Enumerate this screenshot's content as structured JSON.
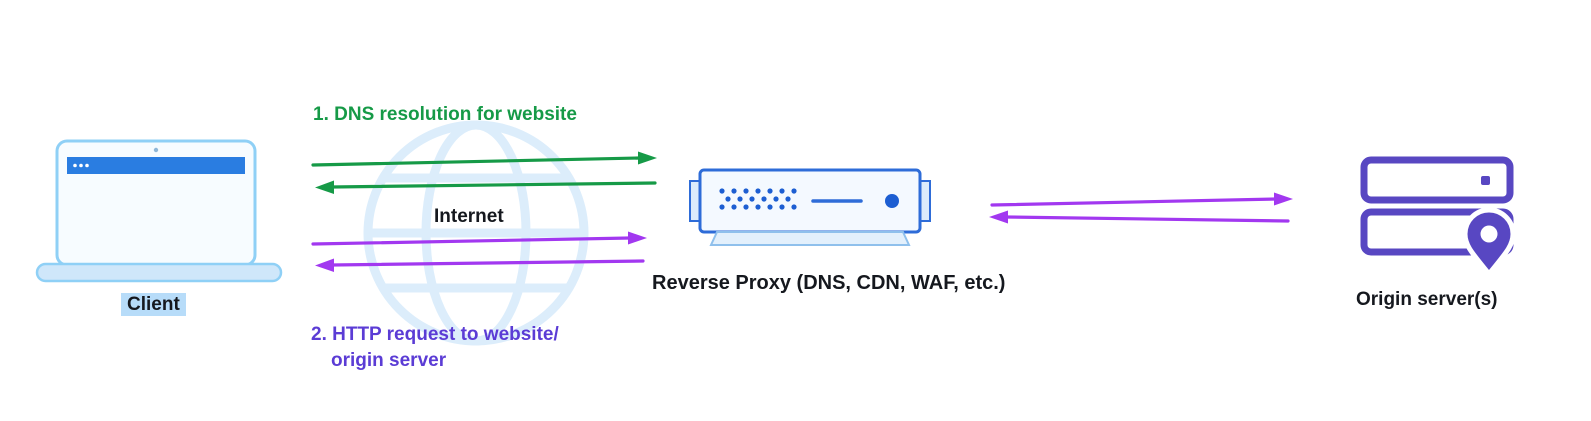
{
  "diagram": {
    "client": {
      "label": "Client"
    },
    "internet": {
      "label": "Internet"
    },
    "proxy": {
      "label": "Reverse Proxy (DNS, CDN, WAF, etc.)"
    },
    "origin": {
      "label": "Origin server(s)"
    },
    "steps": {
      "dns": {
        "label": "1. DNS resolution for website"
      },
      "http": {
        "line1": "2. HTTP request to website/",
        "line2": "origin server"
      }
    }
  },
  "icons": {
    "client": "laptop-icon",
    "internet": "globe-icon",
    "proxy": "server-appliance-icon",
    "origin": "server-stack-with-pin-icon"
  },
  "colors": {
    "green": "#169a47",
    "purple_arrow": "#a238f0",
    "purple_text": "#5b3cd5",
    "blue": "#2a7de1",
    "server_purple": "#5847c2",
    "label_highlight": "#b7dcf9",
    "text_dark": "#15181e"
  }
}
